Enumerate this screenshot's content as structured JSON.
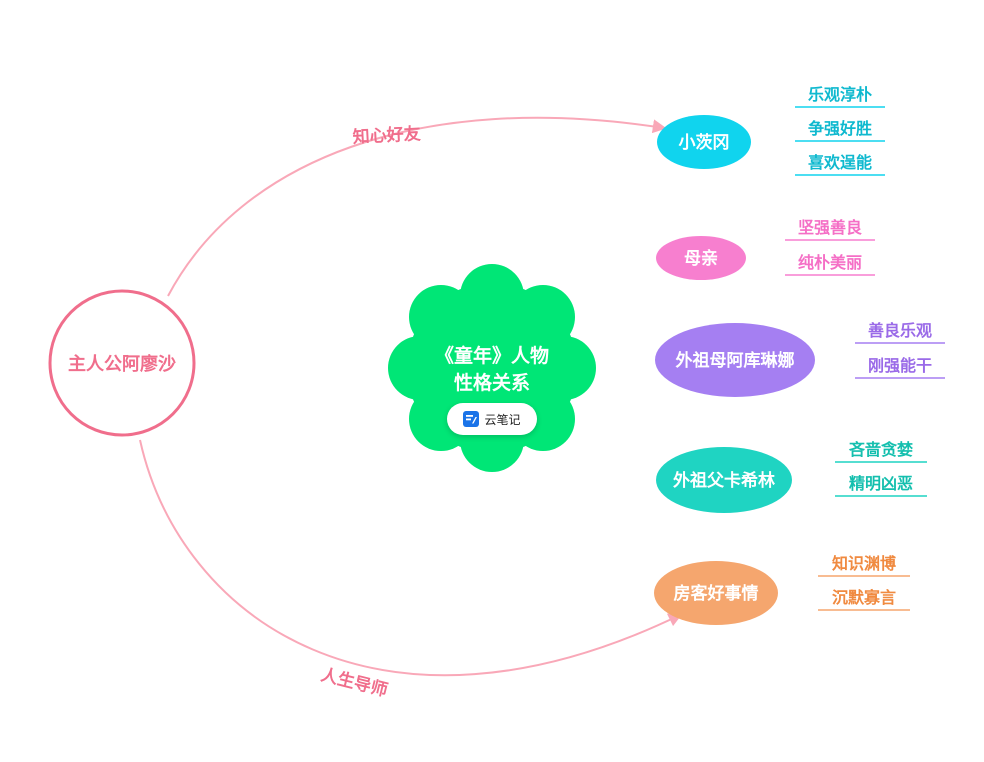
{
  "center": {
    "title_line1": "《童年》人物",
    "title_line2": "性格关系",
    "badge_label": "云笔记",
    "color": "#00e676"
  },
  "protagonist": {
    "label": "主人公阿廖沙",
    "color": "#f06e8c"
  },
  "relations": [
    {
      "label": "知心好友",
      "color": "#f06e8c"
    },
    {
      "label": "人生导师",
      "color": "#f06e8c"
    }
  ],
  "characters": [
    {
      "name": "小茨冈",
      "color": "#10d4ee",
      "trait_color": "#0fb9cf",
      "traits": [
        "乐观淳朴",
        "争强好胜",
        "喜欢逞能"
      ]
    },
    {
      "name": "母亲",
      "color": "#f77fcf",
      "trait_color": "#f56fc6",
      "traits": [
        "坚强善良",
        "纯朴美丽"
      ]
    },
    {
      "name": "外祖母阿库琳娜",
      "color": "#a57ff2",
      "trait_color": "#9a6ae8",
      "traits": [
        "善良乐观",
        "刚强能干"
      ]
    },
    {
      "name": "外祖父卡希林",
      "color": "#1fd4c2",
      "trait_color": "#14bfae",
      "traits": [
        "吝啬贪婪",
        "精明凶恶"
      ]
    },
    {
      "name": "房客好事情",
      "color": "#f5a66e",
      "trait_color": "#f08a40",
      "traits": [
        "知识渊博",
        "沉默寡言"
      ]
    }
  ]
}
